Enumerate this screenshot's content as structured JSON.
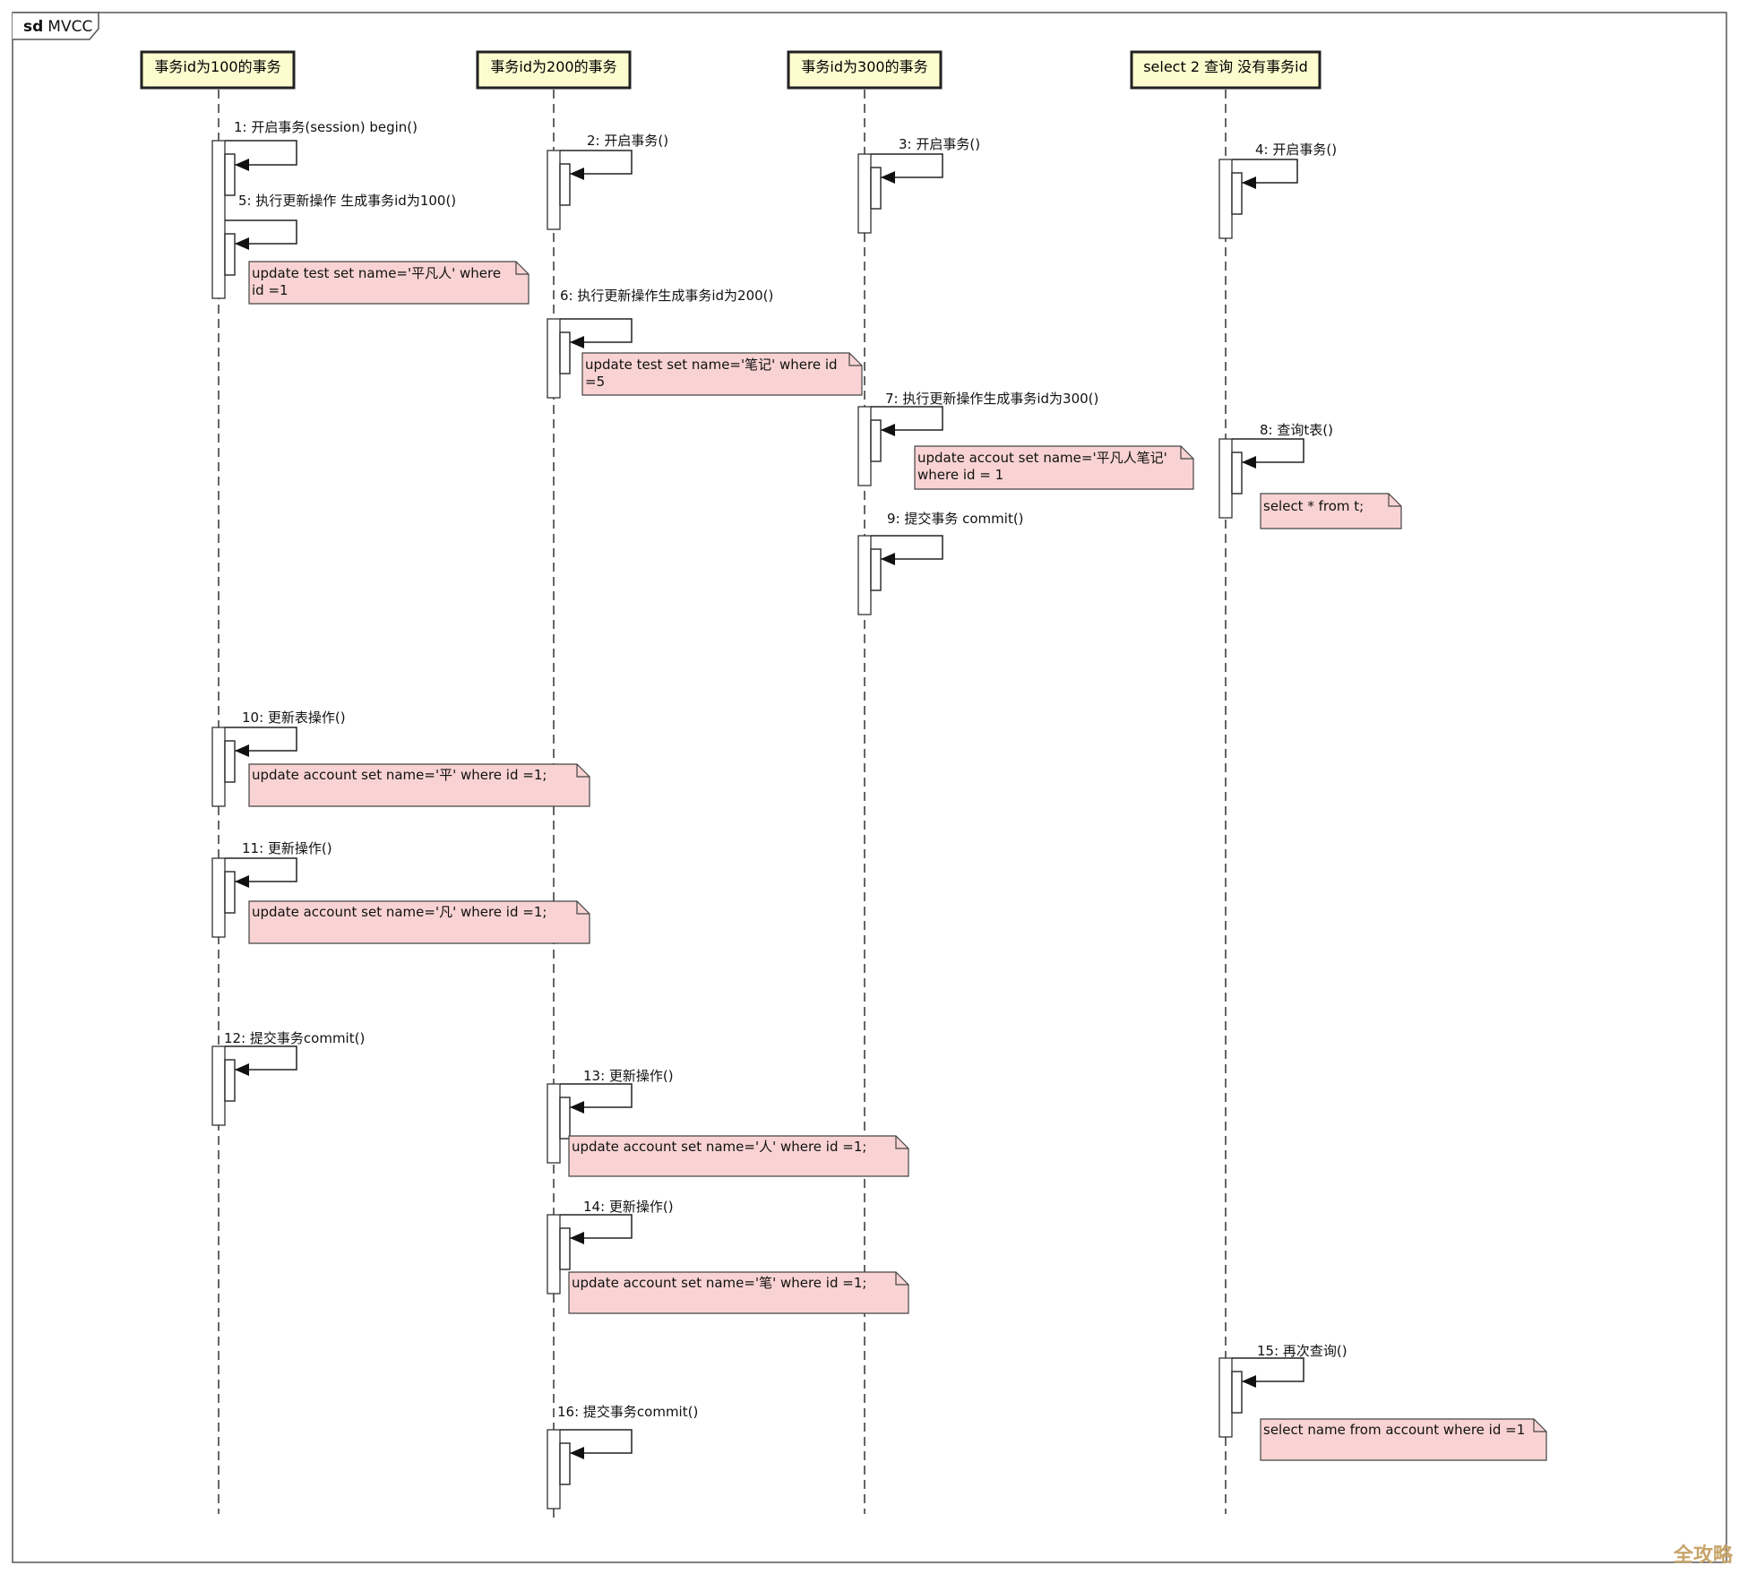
{
  "frame": {
    "label_kw": "sd",
    "label_name": "MVCC"
  },
  "lifelines": [
    {
      "id": "t100",
      "label": "事务id为100的事务"
    },
    {
      "id": "t200",
      "label": "事务id为200的事务"
    },
    {
      "id": "t300",
      "label": "事务id为300的事务"
    },
    {
      "id": "sel",
      "label": "select 2 查询 没有事务id"
    }
  ],
  "messages": [
    {
      "lane": 0,
      "label": "1: 开启事务(session) begin()"
    },
    {
      "lane": 1,
      "label": "2: 开启事务()"
    },
    {
      "lane": 2,
      "label": "3: 开启事务()"
    },
    {
      "lane": 3,
      "label": "4: 开启事务()"
    },
    {
      "lane": 0,
      "label": "5: 执行更新操作 生成事务id为100()"
    },
    {
      "lane": 1,
      "label": "6: 执行更新操作生成事务id为200()"
    },
    {
      "lane": 2,
      "label": "7: 执行更新操作生成事务id为300()"
    },
    {
      "lane": 3,
      "label": "8: 查询t表()"
    },
    {
      "lane": 2,
      "label": "9: 提交事务 commit()"
    },
    {
      "lane": 0,
      "label": "10: 更新表操作()"
    },
    {
      "lane": 0,
      "label": "11: 更新操作()"
    },
    {
      "lane": 0,
      "label": "12: 提交事务commit()"
    },
    {
      "lane": 1,
      "label": "13: 更新操作()"
    },
    {
      "lane": 1,
      "label": "14: 更新操作()"
    },
    {
      "lane": 3,
      "label": "15: 再次查询()"
    },
    {
      "lane": 1,
      "label": "16: 提交事务commit()"
    }
  ],
  "notes": [
    {
      "lines": [
        "update test set name='平凡人' where",
        "id =1"
      ]
    },
    {
      "lines": [
        "update test set name='笔记' where id",
        "=5"
      ]
    },
    {
      "lines": [
        "update accout set name='平凡人笔记'",
        "where id = 1"
      ]
    },
    {
      "lines": [
        "select * from t;"
      ]
    },
    {
      "lines": [
        "update account set name='平' where id =1;"
      ]
    },
    {
      "lines": [
        "update account set name='凡' where id =1;"
      ]
    },
    {
      "lines": [
        "update account set name='人' where id =1;"
      ]
    },
    {
      "lines": [
        "update account set name='笔' where id =1;"
      ]
    },
    {
      "lines": [
        "select name from account where id =1"
      ]
    }
  ],
  "watermark": "全攻略",
  "colors": {
    "note_fill": "#f9d3d3",
    "lifeline_head_fill": "#fdfccf",
    "line": "#333333"
  }
}
